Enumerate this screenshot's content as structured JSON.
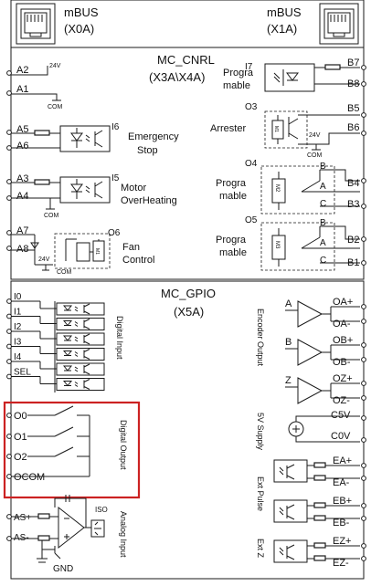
{
  "connectors": [
    {
      "id": "x0a",
      "name": "mBUS",
      "port": "(X0A)"
    },
    {
      "id": "x1a",
      "name": "mBUS",
      "port": "(X1A)"
    }
  ],
  "cnrl": {
    "title": "MC_CNRL",
    "subtitle": "(X3A\\X4A)",
    "supply": "24V",
    "com": "COM",
    "inputs": [
      {
        "pins": [
          "A2",
          "A1"
        ]
      },
      {
        "pins": [
          "A5",
          "A6"
        ],
        "channel": "I6",
        "label_lines": [
          "Emergency",
          "Stop"
        ]
      },
      {
        "pins": [
          "A3",
          "A4"
        ],
        "channel": "I5",
        "label_lines": [
          "Motor",
          "OverHeating"
        ]
      },
      {
        "pins": [
          "A7",
          "A8"
        ],
        "channel": "O6",
        "label_lines": [
          "Fan",
          "Control"
        ],
        "coil": "M1"
      }
    ],
    "outputs": [
      {
        "pins": [
          "B7",
          "B8"
        ],
        "channel": "I7",
        "label_lines": [
          "Progra",
          "mable"
        ]
      },
      {
        "pins": [
          "B5",
          "B6"
        ],
        "channel": "O3",
        "label_lines": [
          "Arrester"
        ],
        "coil": "M1"
      },
      {
        "pins": [
          "B4",
          "B3"
        ],
        "channel": "O4",
        "label_lines": [
          "Progra",
          "mable"
        ],
        "coil": "M2",
        "contacts": [
          "B",
          "A",
          "C"
        ]
      },
      {
        "pins": [
          "B2",
          "B1"
        ],
        "channel": "O5",
        "label_lines": [
          "Progra",
          "mable"
        ],
        "coil": "M3",
        "contacts": [
          "B",
          "A",
          "C"
        ]
      }
    ]
  },
  "gpio": {
    "title": "MC_GPIO",
    "subtitle": "(X5A)",
    "digital_inputs": {
      "label": "Digital Input",
      "pins": [
        "I0",
        "I1",
        "I2",
        "I3",
        "I4",
        "SEL"
      ]
    },
    "digital_outputs": {
      "label": "Digital Output",
      "pins": [
        "O0",
        "O1",
        "O2",
        "OCOM"
      ]
    },
    "analog": {
      "label": "Analog Input",
      "pins": [
        "AS+",
        "AS-"
      ],
      "gnd": "GND",
      "iso": "ISO"
    },
    "encoder": {
      "label": "Encoder Output",
      "channels": [
        "A",
        "B",
        "Z"
      ],
      "pins": [
        "OA+",
        "OA-",
        "OB+",
        "OB-",
        "OZ+",
        "OZ-"
      ]
    },
    "supply": {
      "label": "5V Supply",
      "pins": [
        "C5V",
        "C0V"
      ]
    },
    "ext_pulse": {
      "label": "Ext Pulse",
      "pins": [
        "EA+",
        "EA-",
        "EB+",
        "EB-"
      ]
    },
    "ext_z": {
      "label": "Ext Z",
      "pins": [
        "EZ+",
        "EZ-"
      ]
    }
  },
  "highlight_color": "#cc2222"
}
